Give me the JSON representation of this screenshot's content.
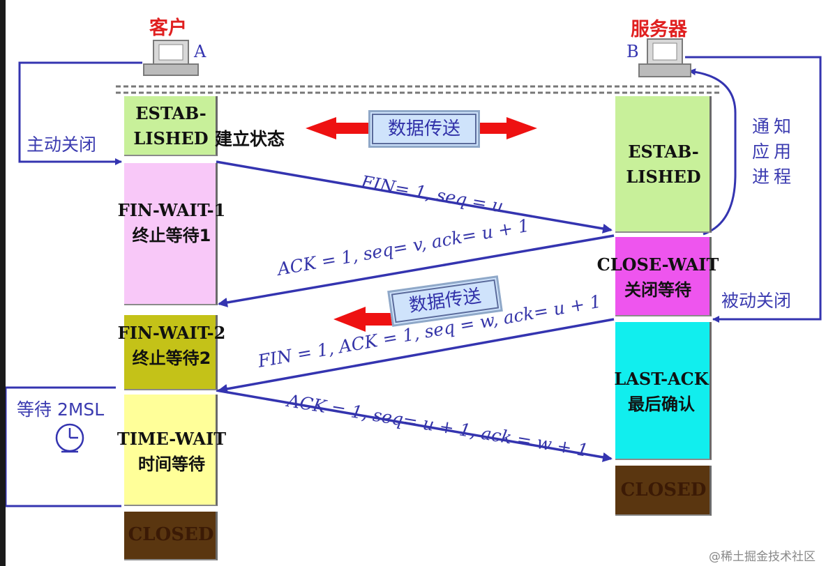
{
  "client": {
    "title": "客户",
    "letter": "A",
    "active_close": "主动关闭",
    "wait_label": "等待 2MSL"
  },
  "server": {
    "title": "服务器",
    "letter": "B",
    "notify": [
      "通",
      "知",
      "应",
      "用",
      "进",
      "程"
    ],
    "passive_close": "被动关闭"
  },
  "client_states": [
    {
      "lines": [
        "ESTAB-",
        "LISHED"
      ],
      "color": "#c8f09a"
    },
    {
      "lines": [
        "FIN-WAIT-1",
        "终止等待1"
      ],
      "color": "#f8c8f8"
    },
    {
      "lines": [
        "FIN-WAIT-2",
        "终止等待2"
      ],
      "color": "#c4c218"
    },
    {
      "lines": [
        "TIME-WAIT",
        "时间等待"
      ],
      "color": "#ffff99"
    },
    {
      "lines": [
        "CLOSED"
      ],
      "color": "#5a3610"
    }
  ],
  "established_suffix": "建立状态",
  "server_states": [
    {
      "lines": [
        "ESTAB-",
        "LISHED"
      ],
      "color": "#c8f09a"
    },
    {
      "lines": [
        "CLOSE-WAIT",
        "关闭等待"
      ],
      "color": "#ee55ee"
    },
    {
      "lines": [
        "LAST-ACK",
        "最后确认"
      ],
      "color": "#11eeee"
    },
    {
      "lines": [
        "CLOSED"
      ],
      "color": "#5a3610"
    }
  ],
  "messages": {
    "m1": "FIN= 1, seq = u",
    "m2": "ACK = 1, seq= v, ack= u + 1",
    "m3": "FIN = 1, ACK = 1, seq = w, ack= u + 1",
    "m4": "ACK = 1, seq= u + 1, ack = w + 1"
  },
  "data_transfer": "数据传送",
  "watermark": "@稀土掘金技术社区"
}
